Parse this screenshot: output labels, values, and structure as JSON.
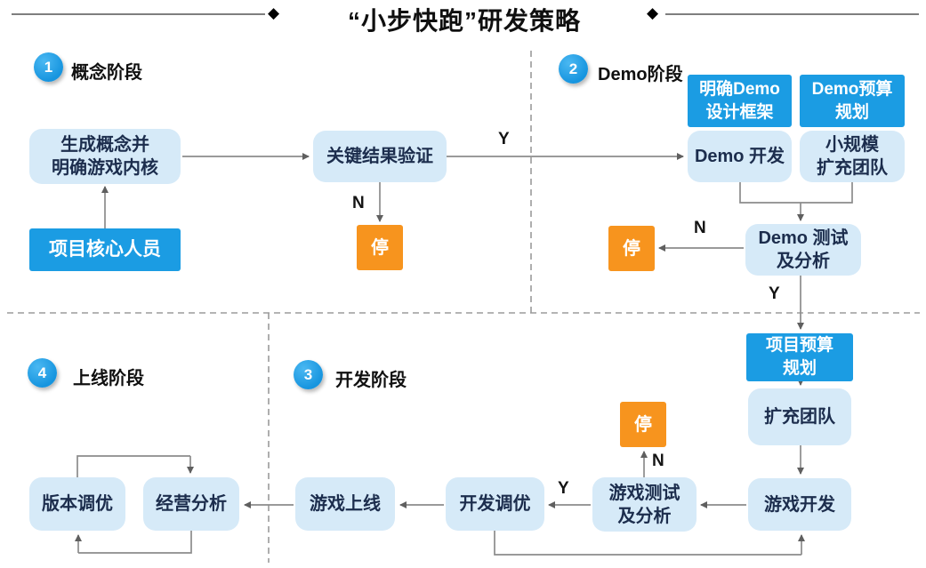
{
  "title": {
    "text": "“小步快跑”研发策略"
  },
  "icons": {
    "diamond": "◆"
  },
  "labels": {
    "yes": "Y",
    "no": "N"
  },
  "phases": [
    {
      "num": "1",
      "label": "概念阶段"
    },
    {
      "num": "2",
      "label": "Demo阶段"
    },
    {
      "num": "3",
      "label": "开发阶段"
    },
    {
      "num": "4",
      "label": "上线阶段"
    }
  ],
  "nodes": {
    "concept": {
      "label": "生成概念并\n明确游戏内核"
    },
    "core_team": {
      "label": "项目核心人员"
    },
    "key_result": {
      "label": "关键结果验证"
    },
    "stop1": {
      "label": "停"
    },
    "demo_frame": {
      "label": "明确Demo\n设计框架"
    },
    "demo_budget": {
      "label": "Demo预算\n规划"
    },
    "demo_dev": {
      "label": "Demo 开发"
    },
    "small_team": {
      "label": "小规模\n扩充团队"
    },
    "demo_test": {
      "label": "Demo 测试\n及分析"
    },
    "stop2": {
      "label": "停"
    },
    "project_budget": {
      "label": "项目预算\n规划"
    },
    "expand_team": {
      "label": "扩充团队"
    },
    "game_dev": {
      "label": "游戏开发"
    },
    "stop3": {
      "label": "停"
    },
    "game_test": {
      "label": "游戏测试\n及分析"
    },
    "dev_tune": {
      "label": "开发调优"
    },
    "game_launch": {
      "label": "游戏上线"
    },
    "version_tune": {
      "label": "版本调优"
    },
    "op_analysis": {
      "label": "经营分析"
    }
  },
  "colors": {
    "solid_blue": "#1b9ce3",
    "light_blue": "#d6eaf8",
    "orange": "#f7941e",
    "navy_text": "#1c2d4d",
    "line_gray": "#8c8c8c"
  }
}
